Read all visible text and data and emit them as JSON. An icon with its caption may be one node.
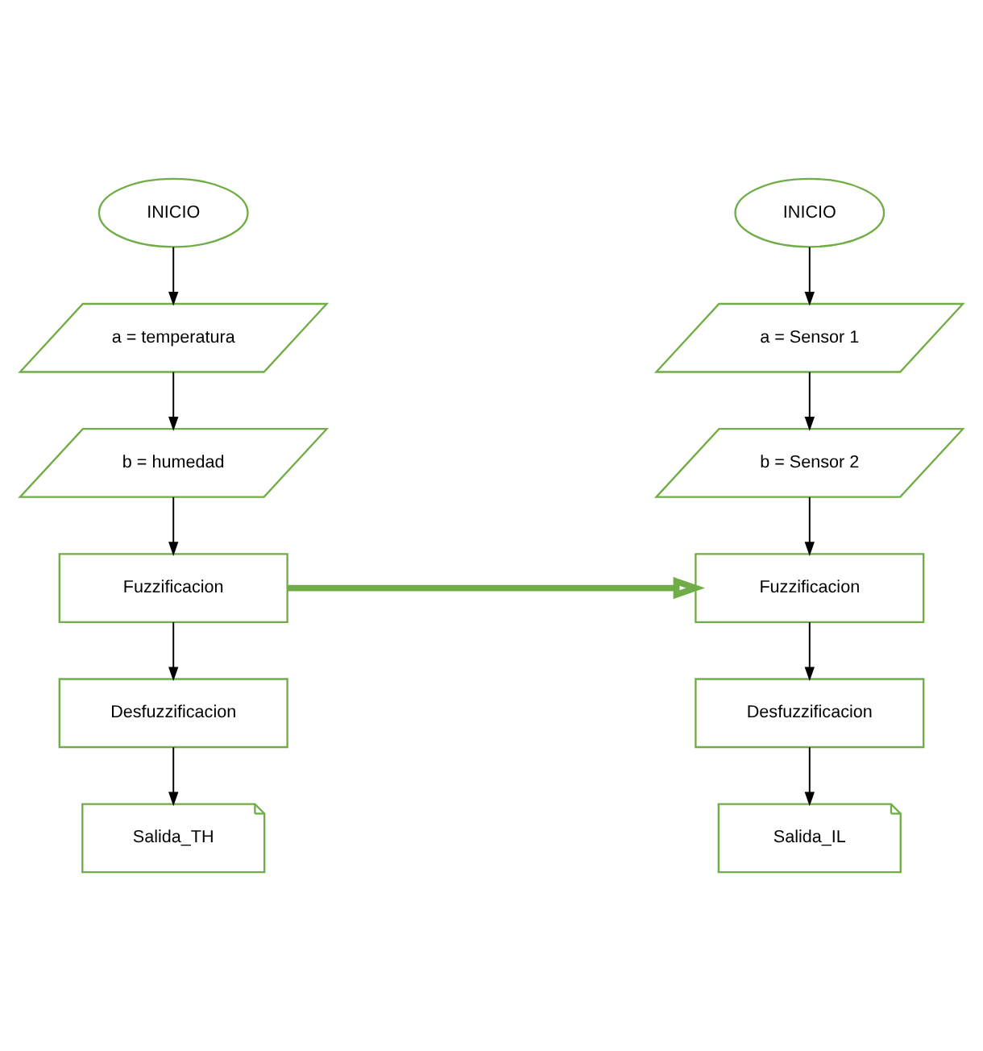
{
  "diagram": {
    "nodes": [
      {
        "text": [
          "INICIO"
        ]
      },
      {
        "text": [
          "a = temperatura"
        ]
      },
      {
        "text": [
          "b = humedad"
        ]
      },
      {
        "text": [
          "Fuzzificacion"
        ]
      },
      {
        "text": [
          "Desfuzzificacion"
        ]
      },
      {
        "text": [
          "Salida_TH"
        ]
      },
      {
        "text": [
          "INICIO"
        ]
      },
      {
        "text": [
          "a = Sensor 1"
        ]
      },
      {
        "text": [
          "b = Sensor 2"
        ]
      },
      {
        "text": [
          "Fuzzificacion"
        ]
      },
      {
        "text": [
          "Desfuzzificacion"
        ]
      },
      {
        "text": [
          "Salida_IL"
        ]
      }
    ],
    "edges": [
      {
        "from": 0,
        "to": 1,
        "arrow": "to"
      },
      {
        "from": 1,
        "to": 2,
        "arrow": "to"
      },
      {
        "from": 2,
        "to": 3,
        "arrow": "to"
      },
      {
        "from": 3,
        "to": 4,
        "arrow": "to"
      },
      {
        "from": 4,
        "to": 5,
        "arrow": "to"
      },
      {
        "from": 6,
        "to": 7,
        "arrow": "to"
      },
      {
        "from": 7,
        "to": 8,
        "arrow": "to"
      },
      {
        "from": 8,
        "to": 9,
        "arrow": "to"
      },
      {
        "from": 9,
        "to": 10,
        "arrow": "to"
      },
      {
        "from": 10,
        "to": 11,
        "arrow": "to"
      },
      {
        "from": 3,
        "to": 9,
        "arrow": "to",
        "style": "thick",
        "color": "#70ad47"
      }
    ]
  }
}
